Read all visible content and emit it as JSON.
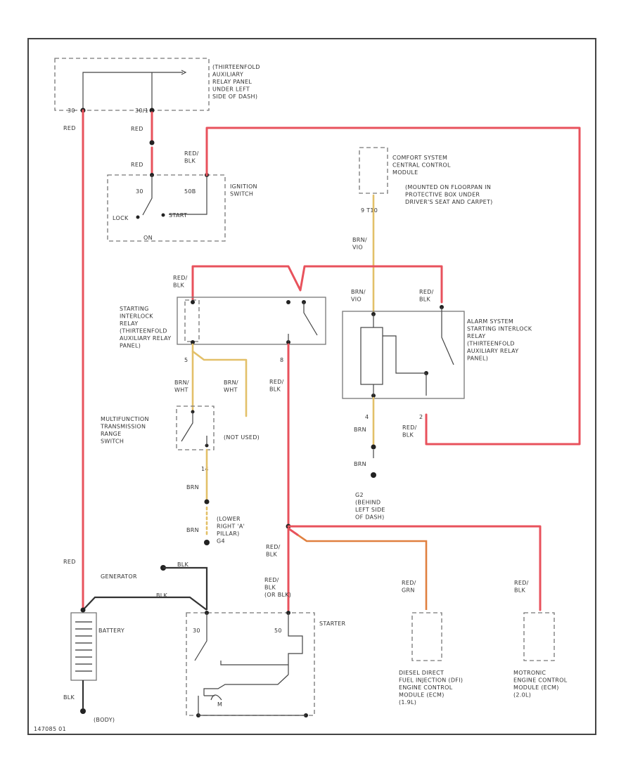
{
  "colors": {
    "red": "#e8525c",
    "yellow": "#e3c069",
    "orange": "#e08040",
    "black": "#333333"
  },
  "labels": {
    "aux_relay_panel": [
      "(THIRTEENFOLD",
      "AUXILIARY",
      "RELAY PANEL",
      "UNDER LEFT",
      "SIDE OF DASH)"
    ],
    "pin_30": "30",
    "pin_30x": "30/1",
    "red_a": "RED",
    "red_b": "RED",
    "red_c": "RED",
    "red_blk_ign": [
      "RED/",
      "BLK"
    ],
    "ign_switch": [
      "IGNITION",
      "SWITCH"
    ],
    "ign_30": "30",
    "ign_50b": "50B",
    "ign_lock": "LOCK",
    "ign_start": "START",
    "ign_on": "ON",
    "comfort_module": [
      "COMFORT SYSTEM",
      "CENTRAL CONTROL",
      "MODULE"
    ],
    "comfort_mount": [
      "(MOUNTED ON FLOORPAN IN",
      "PROTECTIVE BOX UNDER",
      "DRIVER'S SEAT AND CARPET)"
    ],
    "pin_t10": "9  T10",
    "brn_vio_a": [
      "BRN/",
      "VIO"
    ],
    "red_blk_sir": [
      "RED/",
      "BLK"
    ],
    "starting_relay": [
      "STARTING",
      "INTERLOCK",
      "RELAY",
      "(THIRTEENFOLD",
      "AUXILIARY RELAY",
      "PANEL)"
    ],
    "brn_vio_b": [
      "BRN/",
      "VIO"
    ],
    "red_blk_alarm": [
      "RED/",
      "BLK"
    ],
    "alarm_relay": [
      "ALARM SYSTEM",
      "STARTING INTERLOCK",
      "RELAY",
      "(THIRTEENFOLD",
      "AUXILIARY RELAY",
      "PANEL)"
    ],
    "pin_sir_5": "5",
    "pin_sir_8": "8",
    "brn_wht_a": [
      "BRN/",
      "WHT"
    ],
    "brn_wht_b": [
      "BRN/",
      "WHT"
    ],
    "red_blk_mid": [
      "RED/",
      "BLK"
    ],
    "not_used": "(NOT USED)",
    "multifunction": [
      "MULTIFUNCTION",
      "TRANSMISSION",
      "RANGE",
      "SWITCH"
    ],
    "pin_alarm_4": "4",
    "pin_alarm_2": "2",
    "brn_a": "BRN",
    "red_blk_alarm_out": [
      "RED/",
      "BLK"
    ],
    "brn_b": "BRN",
    "pin_14": "14",
    "brn_c": "BRN",
    "g2_ground": [
      "G2",
      "(BEHIND",
      "LEFT SIDE",
      "OF DASH)"
    ],
    "brn_d": "BRN",
    "g_pillar": [
      "(LOWER",
      "RIGHT 'A'",
      "PILLAR)",
      "G4"
    ],
    "red_blk_sp": [
      "RED/",
      "BLK"
    ],
    "red_bat": "RED",
    "generator": "GENERATOR",
    "blk_gen": "BLK",
    "red_blk_st": [
      "RED/",
      "BLK",
      "(OR BLK)"
    ],
    "red_grn": [
      "RED/",
      "GRN"
    ],
    "red_blk_me": [
      "RED/",
      "BLK"
    ],
    "blk_bat": "BLK",
    "battery": "BATTERY",
    "starter": "STARTER",
    "st_30": "30",
    "st_50": "50",
    "st_m": "M",
    "diesel_ecm": [
      "DIESEL DIRECT",
      "FUEL INJECTION (DFI)",
      "ENGINE CONTROL",
      "MODULE (ECM)",
      "(1.9L)"
    ],
    "motronic_ecm": [
      "MOTRONIC",
      "ENGINE CONTROL",
      "MODULE (ECM)",
      "(2.0L)"
    ],
    "blk_lower": "BLK",
    "body_ground": "(BODY)",
    "ref_code": "147085   01"
  }
}
